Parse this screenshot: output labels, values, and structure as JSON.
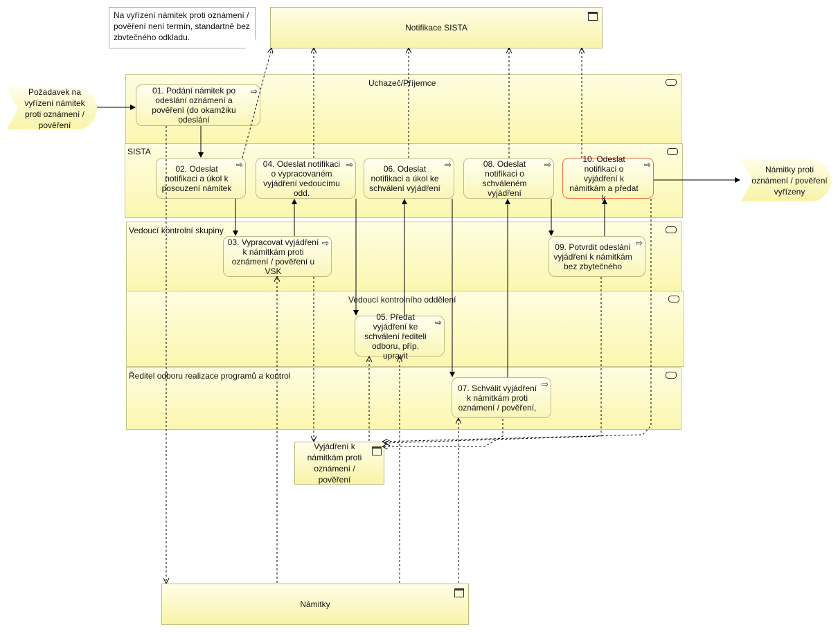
{
  "note": "Na vyřízení námitek proti oznámení / pověření není termín, standartně bez zbvtečného odkladu.",
  "objects": {
    "notifikace": "Notifikace SISTA",
    "namitky": "Námitky",
    "vyjadreni": "Vyjádření k námitkám proti oznámení / pověření"
  },
  "lanes": [
    "Uchazeč/Příjemce",
    "SISTA",
    "Vedoucí kontrolní skupiny",
    "Vedoucí kontrolního oddělení",
    "Ředitel odboru realizace programů a kontrol"
  ],
  "events": {
    "start": "Požadavek na vyřízení námitek proti oznámení / pověření",
    "end": "Námitky proti oznámení / pověření vyřízeny"
  },
  "processes": {
    "p01": "01. Podání námitek po odeslání oznámení a pověření (do okamžiku odeslání",
    "p02": "02. Odeslat notifikaci a úkol k posouzení námitek",
    "p03": "03. Vypracovat vyjádření k námitkám proti oznámení / pověření u VSK",
    "p04": "04. Odeslat notifikaci o vypracovaném vyjádření vedoucímu odd.",
    "p05": "05. Předat vyjádření ke schválení řediteli odboru, příp. upravit",
    "p06": "06. Odeslat notifikaci a úkol ke schválení vyjádření",
    "p07": "07. Schválit vyjádření k námitkám proti oznámení / pověření,",
    "p08": "08. Odeslat notifikaci o schváleném vyjádření",
    "p09": "09. Potvrdit odeslání vyjádření k námitkám bez zbytečného",
    "p10": "10. Odeslat notifikaci o vyjádření k námitkám a předat k"
  },
  "colors": {
    "highlight_border": "#f07040",
    "fill": "#fbf7b0"
  }
}
